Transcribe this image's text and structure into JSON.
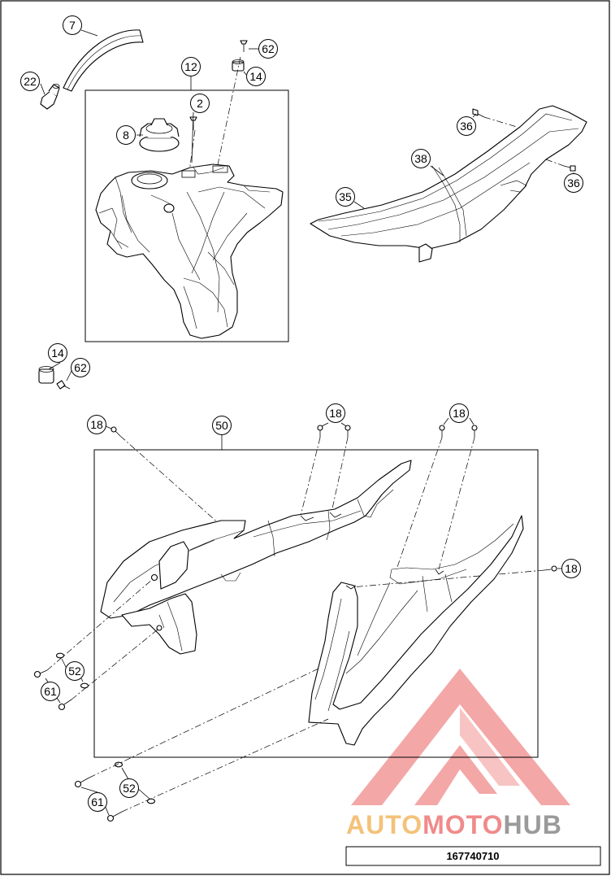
{
  "callouts": {
    "c7": "7",
    "c22": "22",
    "c12": "12",
    "c62a": "62",
    "c14a": "14",
    "c2": "2",
    "c8": "8",
    "c36a": "36",
    "c38": "38",
    "c35": "35",
    "c36b": "36",
    "c14b": "14",
    "c62b": "62",
    "c18a": "18",
    "c50": "50",
    "c18b": "18",
    "c18c": "18",
    "c18d": "18",
    "c52a": "52",
    "c61a": "61",
    "c52b": "52",
    "c61b": "61"
  },
  "watermark": {
    "part1": "AUTO",
    "part2": "MOTO",
    "part3": "HUB",
    "color1": "#f4c27a",
    "color2": "#f08a8a",
    "color3": "#9a9a9a",
    "logo_color": "#f08a8a"
  },
  "drawing_number": "167740710"
}
